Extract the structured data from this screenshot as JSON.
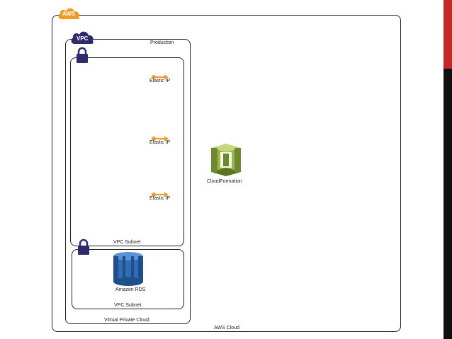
{
  "diagram": {
    "aws_badge": "AWS",
    "vpc_badge": "VPC",
    "aws_cloud_label": "AWS Cloud",
    "production_label": "Production",
    "vpc_label": "Virtual Private Cloud",
    "subnet_top_label": "VPC Subnet",
    "subnet_bottom_label": "VPC Subnet",
    "elastic_ips": [
      "Elastic IP",
      "Elastic IP",
      "Elastic IP"
    ],
    "cloudformation_label": "CloudFormation",
    "rds_label": "Amazon RDS"
  },
  "colors": {
    "aws_orange": "#F7981F",
    "vpc_navy": "#2E2A6B",
    "cloudformation_green": "#6E8A2E",
    "cloudformation_light": "#9CB545",
    "rds_blue": "#2E6DB4",
    "rds_dark": "#1F4E8C",
    "side_bar_dark": "#111111",
    "side_bar_red": "#C62828"
  },
  "icons": {
    "aws": "aws-cloud-badge-icon",
    "vpc": "vpc-cloud-badge-icon",
    "lock": "padlock-icon",
    "elastic_ip": "elastic-ip-icon",
    "cloudformation": "cloudformation-icon",
    "rds": "amazon-rds-icon"
  }
}
